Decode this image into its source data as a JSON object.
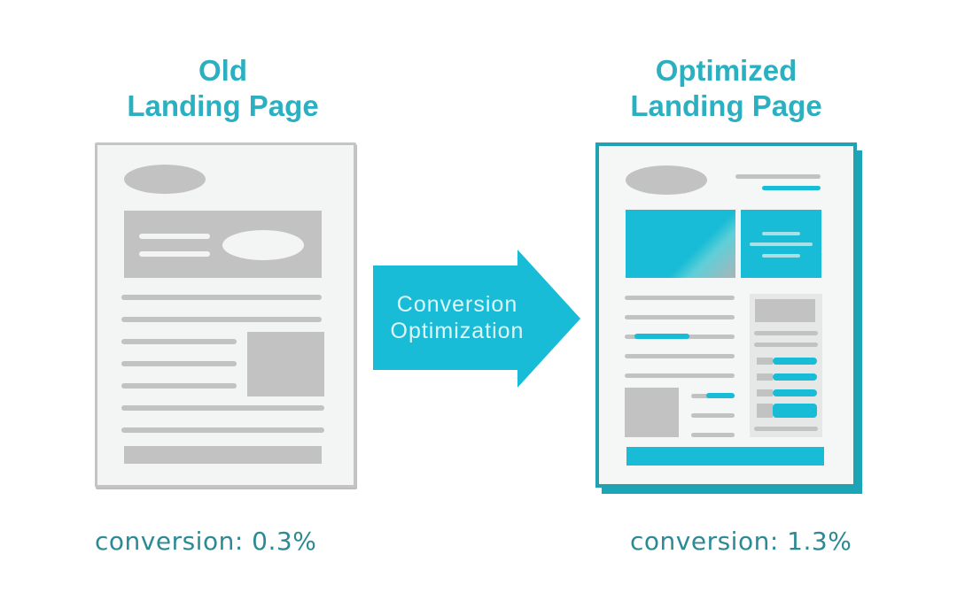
{
  "left": {
    "title_line1": "Old",
    "title_line2": "Landing Page",
    "conversion_label": "conversion: 0.3%"
  },
  "arrow": {
    "line1": "Conversion",
    "line2": "Optimization"
  },
  "right": {
    "title_line1": "Optimized",
    "title_line2": "Landing Page",
    "conversion_label": "conversion: 1.3%"
  },
  "colors": {
    "accent": "#19bcd6",
    "title": "#2ab0c0",
    "conversion_text": "#2b8a94",
    "placeholder_gray": "#c2c2c2",
    "page_border_teal": "#1fa3b4"
  }
}
